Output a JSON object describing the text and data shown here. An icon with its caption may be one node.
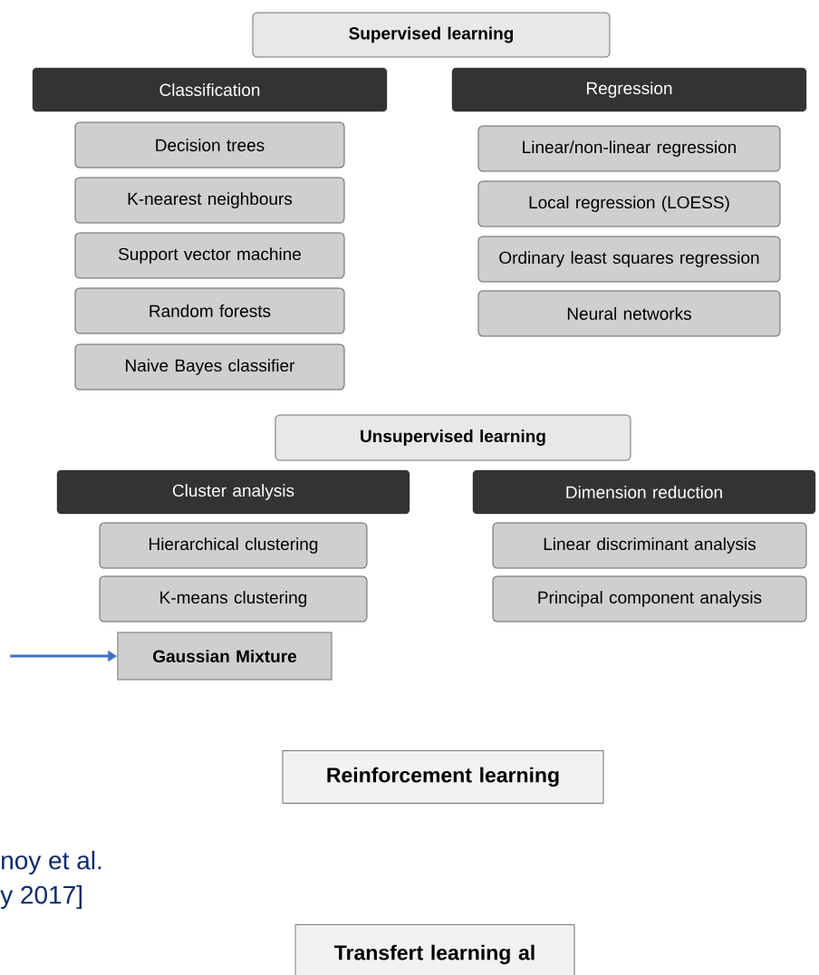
{
  "diagram": {
    "nodes": [
      {
        "text": [
          "Supervised learning"
        ]
      },
      {
        "text": [
          "Classification"
        ]
      },
      {
        "text": [
          "Regression"
        ]
      },
      {
        "text": [
          "Decision trees"
        ]
      },
      {
        "text": [
          "K-nearest neighbours"
        ]
      },
      {
        "text": [
          "Support vector machine"
        ]
      },
      {
        "text": [
          "Random forests"
        ]
      },
      {
        "text": [
          "Naive Bayes classifier"
        ]
      },
      {
        "text": [
          "Linear/non-linear regression"
        ]
      },
      {
        "text": [
          "Local regression (LOESS)"
        ]
      },
      {
        "text": [
          "Ordinary least squares regression"
        ]
      },
      {
        "text": [
          "Neural networks"
        ]
      },
      {
        "text": [
          "Unsupervised learning"
        ]
      },
      {
        "text": [
          "Cluster analysis"
        ]
      },
      {
        "text": [
          "Dimension reduction"
        ]
      },
      {
        "text": [
          "Hierarchical clustering"
        ]
      },
      {
        "text": [
          "K-means clustering"
        ]
      },
      {
        "text": [
          "Linear discriminant analysis"
        ]
      },
      {
        "text": [
          "Principal component analysis"
        ]
      },
      {
        "text": [
          "Gaussian Mixture"
        ]
      },
      {
        "text": [
          "Reinforcement learning"
        ]
      },
      {
        "text": [
          "Transfert learning al"
        ]
      }
    ],
    "edges": [
      {
        "from": null,
        "to": 19,
        "arrow": "to",
        "color": "#4472c4"
      }
    ],
    "labels": [
      "noy et al.",
      "y 2017]"
    ]
  }
}
